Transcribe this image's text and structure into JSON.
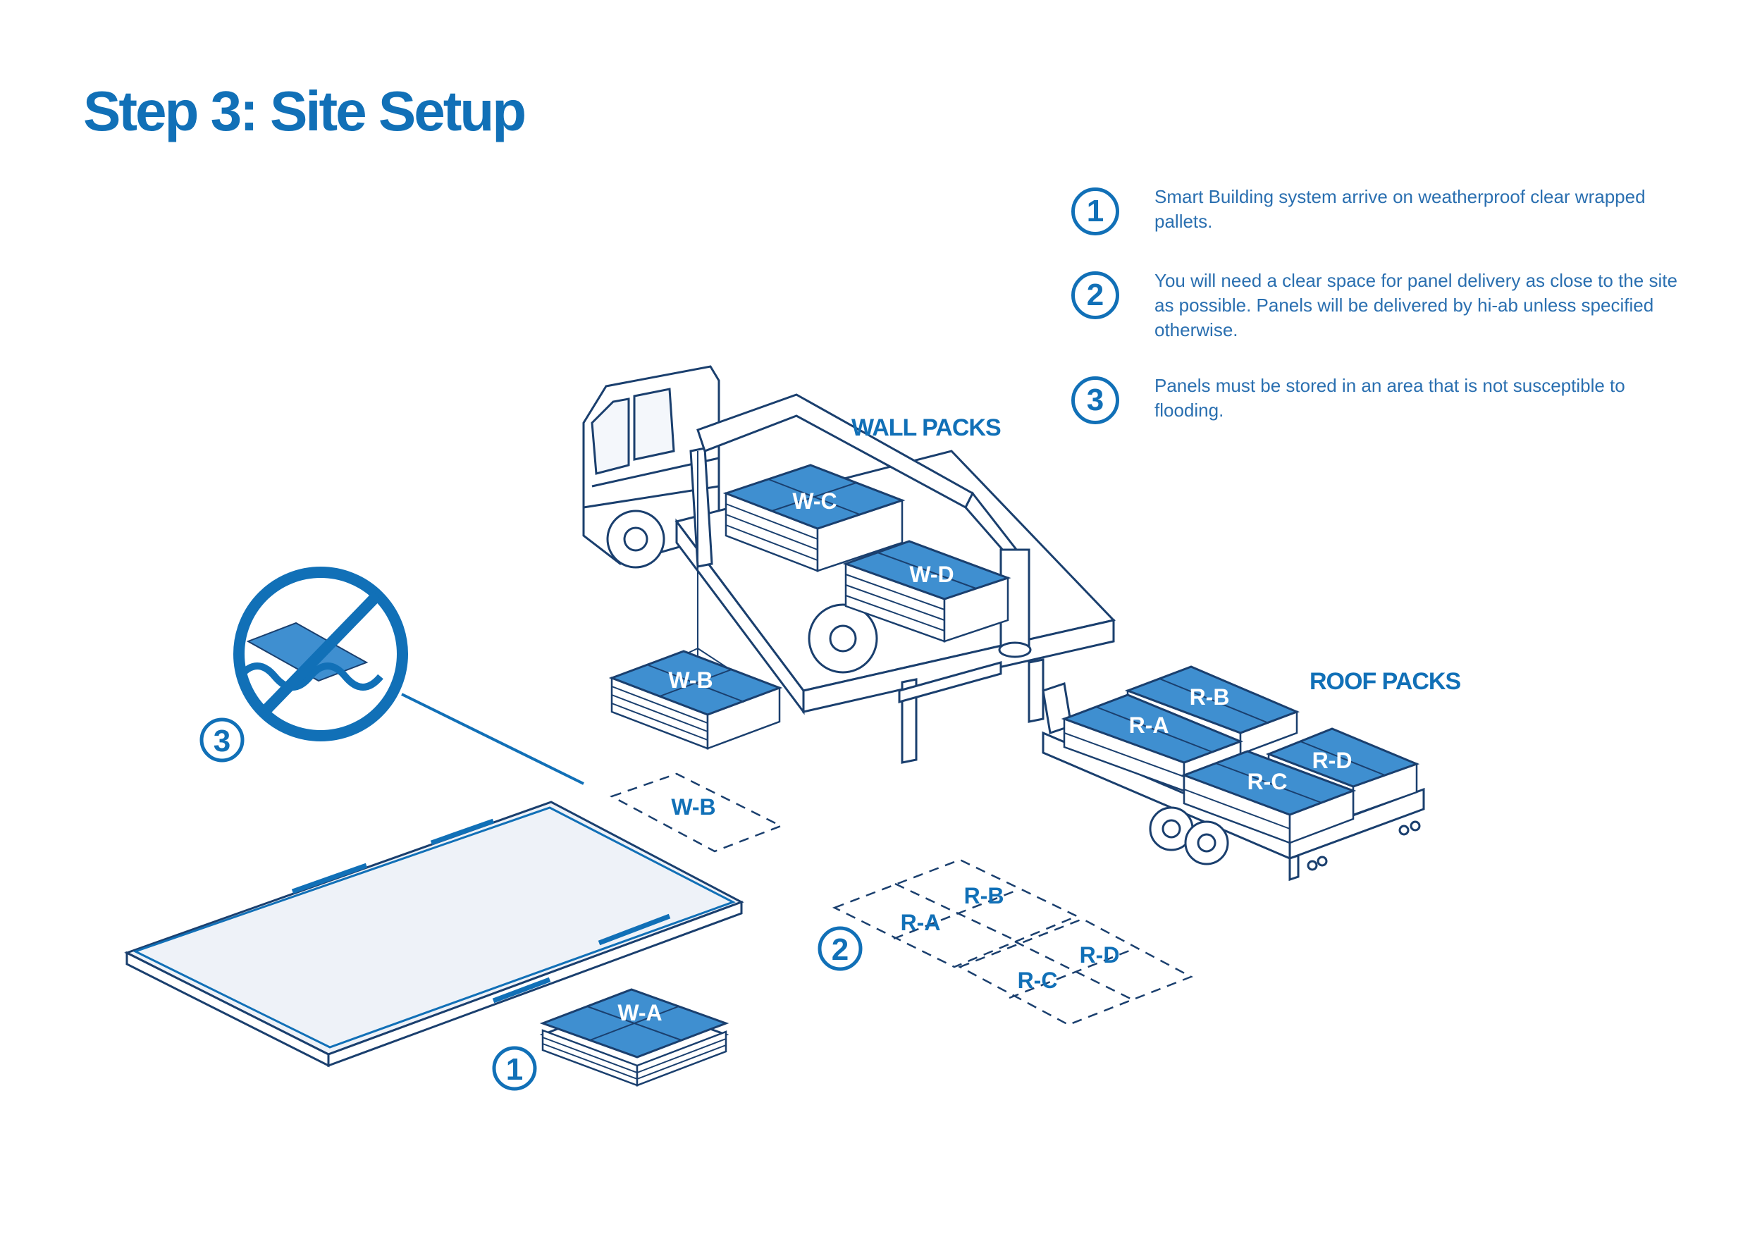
{
  "title": "Step 3: Site Setup",
  "notes": [
    {
      "number": "1",
      "text": "Smart Building system arrive on weatherproof clear wrapped pallets."
    },
    {
      "number": "2",
      "text": "You will need a clear space for panel delivery as close to the site as possible. Panels will be delivered by hi-ab unless specified otherwise."
    },
    {
      "number": "3",
      "text": "Panels must be stored in an area that is not susceptible to flooding."
    }
  ],
  "diagram": {
    "wall_packs_label": "WALL PACKS",
    "roof_packs_label": "ROOF PACKS",
    "truck_packs": {
      "wc": "W-C",
      "wd": "W-D",
      "wb": "W-B"
    },
    "trailer_packs": {
      "ra": "R-A",
      "rb": "R-B",
      "rc": "R-C",
      "rd": "R-D"
    },
    "ground_packs": {
      "wa": "W-A"
    },
    "placeholders": {
      "wb": "W-B",
      "ra": "R-A",
      "rb": "R-B",
      "rc": "R-C",
      "rd": "R-D"
    },
    "callouts": {
      "one": "1",
      "two": "2",
      "three": "3"
    },
    "icons": [
      "no-flooding-icon"
    ]
  },
  "colors": {
    "brand_blue": "#1170b7",
    "panel_blue": "#3f8fd0",
    "line": "#1a3f6e"
  }
}
